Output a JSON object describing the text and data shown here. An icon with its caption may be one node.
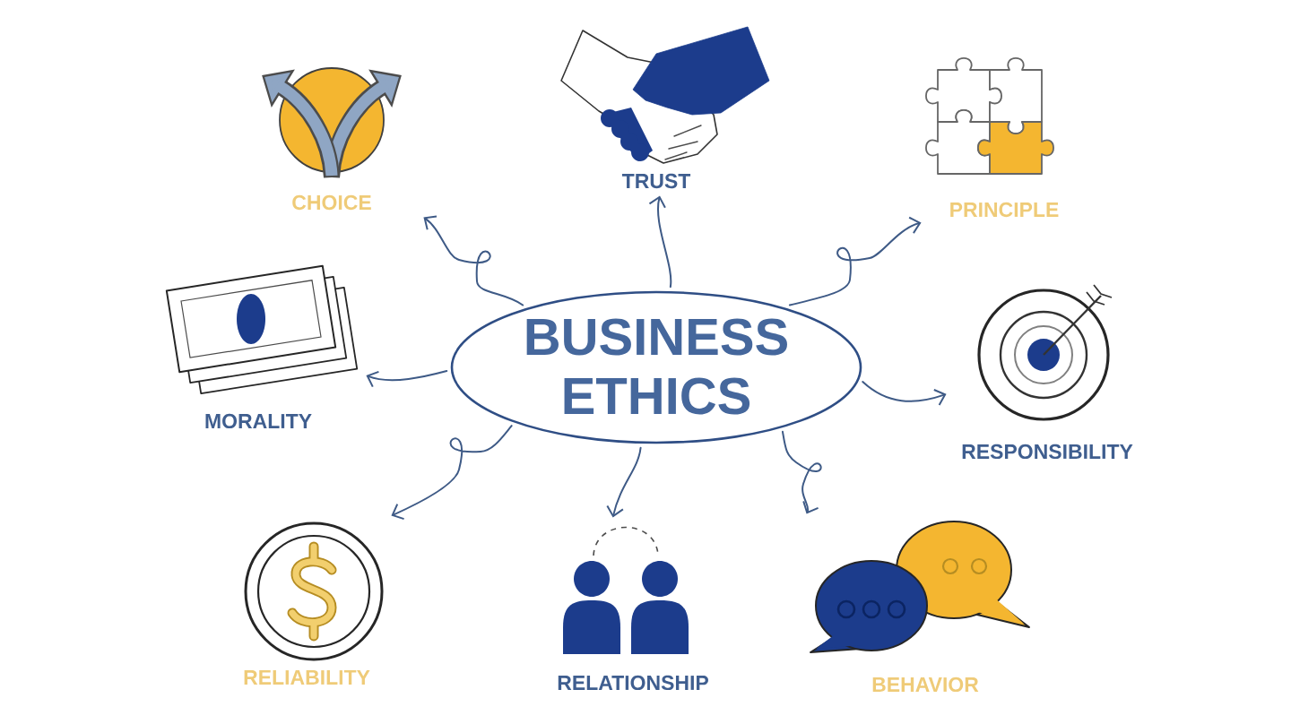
{
  "diagram": {
    "nodes": [
      {
        "text": [
          "BUSINESS ETHICS"
        ]
      },
      {
        "text": [
          "CHOICE"
        ]
      },
      {
        "text": [
          "TRUST"
        ]
      },
      {
        "text": [
          "PRINCIPLE"
        ]
      },
      {
        "text": [
          "MORALITY"
        ]
      },
      {
        "text": [
          "RESPONSIBILITY"
        ]
      },
      {
        "text": [
          "RELIABILITY"
        ]
      },
      {
        "text": [
          "RELATIONSHIP"
        ]
      },
      {
        "text": [
          "BEHAVIOR"
        ]
      }
    ],
    "edges": [
      {
        "from": 0,
        "to": 1,
        "arrow": "to"
      },
      {
        "from": 0,
        "to": 2,
        "arrow": "to"
      },
      {
        "from": 0,
        "to": 3,
        "arrow": "to"
      },
      {
        "from": 0,
        "to": 4,
        "arrow": "to"
      },
      {
        "from": 0,
        "to": 5,
        "arrow": "to"
      },
      {
        "from": 0,
        "to": 6,
        "arrow": "to"
      },
      {
        "from": 0,
        "to": 7,
        "arrow": "to"
      },
      {
        "from": 0,
        "to": 8,
        "arrow": "to"
      }
    ]
  }
}
